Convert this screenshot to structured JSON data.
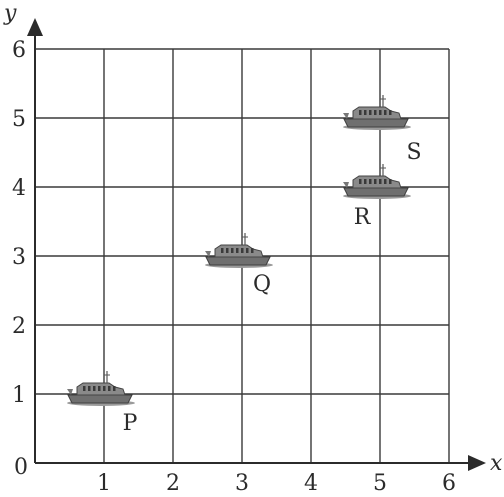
{
  "axes": {
    "x_label": "x",
    "y_label": "y",
    "origin_label": "0",
    "x_ticks": [
      "1",
      "2",
      "3",
      "4",
      "5",
      "6"
    ],
    "y_ticks": [
      "1",
      "2",
      "3",
      "4",
      "5",
      "6"
    ],
    "xlim": [
      0,
      6
    ],
    "ylim": [
      0,
      6
    ],
    "grid": true
  },
  "points": [
    {
      "label": "P",
      "x": 1,
      "y": 1,
      "icon": "ship-icon"
    },
    {
      "label": "Q",
      "x": 3,
      "y": 3,
      "icon": "ship-icon"
    },
    {
      "label": "R",
      "x": 5,
      "y": 4,
      "icon": "ship-icon"
    },
    {
      "label": "S",
      "x": 5,
      "y": 5,
      "icon": "ship-icon"
    }
  ]
}
